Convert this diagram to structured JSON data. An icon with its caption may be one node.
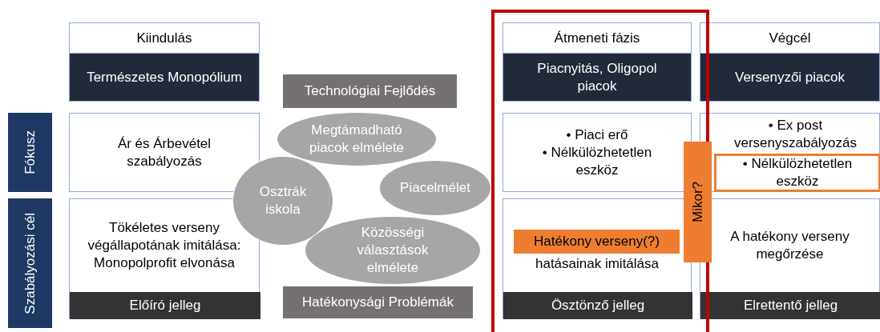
{
  "diagram": {
    "nodes": [
      {
        "text": [
          "Kiindulás"
        ]
      },
      {
        "text": [
          "Természetes Monopólium"
        ]
      },
      {
        "text": [
          "Technológiai Fejlődés"
        ]
      },
      {
        "text": [
          "Átmeneti fázis"
        ]
      },
      {
        "text": [
          "Piacnyitás, Oligopol piacok"
        ]
      },
      {
        "text": [
          "Végcél"
        ]
      },
      {
        "text": [
          "Versenyzői piacok"
        ]
      },
      {
        "text": [
          "Fókusz"
        ]
      },
      {
        "text": [
          "Ár és Árbevétel szabályozás"
        ]
      },
      {
        "text": [
          "Megtámadható piacok elmélete"
        ]
      },
      {
        "text": [
          "Piacelmélet"
        ]
      },
      {
        "text": [
          "Osztrák iskola"
        ]
      },
      {
        "text": [
          "• Piaci erő",
          "• Nélkülözhetetlen eszköz"
        ]
      },
      {
        "text": [
          "• Ex post versenyszabályozás"
        ]
      },
      {
        "text": [
          "• Nélkülözhetetlen eszköz"
        ],
        "in": 13
      },
      {
        "text": [
          "Mikor?"
        ]
      },
      {
        "text": [
          "Szabályozási cél"
        ]
      },
      {
        "text": [
          "Tökéletes verseny végállapotának imitálása: Monopolprofit elvonása"
        ]
      },
      {
        "text": [
          "Előíró jelleg"
        ],
        "in": 17
      },
      {
        "text": [
          "Közösségi választások elmélete"
        ]
      },
      {
        "text": [
          "Hatékonysági Problémák"
        ]
      },
      {
        "text": [
          "hatásainak imitálása"
        ]
      },
      {
        "text": [
          "Hatékony verseny(?)"
        ],
        "in": 21
      },
      {
        "text": [
          "Ösztönző jelleg"
        ],
        "in": 21
      },
      {
        "text": [
          "A hatékony verseny megőrzése"
        ]
      },
      {
        "text": [
          "Elrettentő jelleg"
        ],
        "in": 24
      }
    ],
    "edges": []
  }
}
